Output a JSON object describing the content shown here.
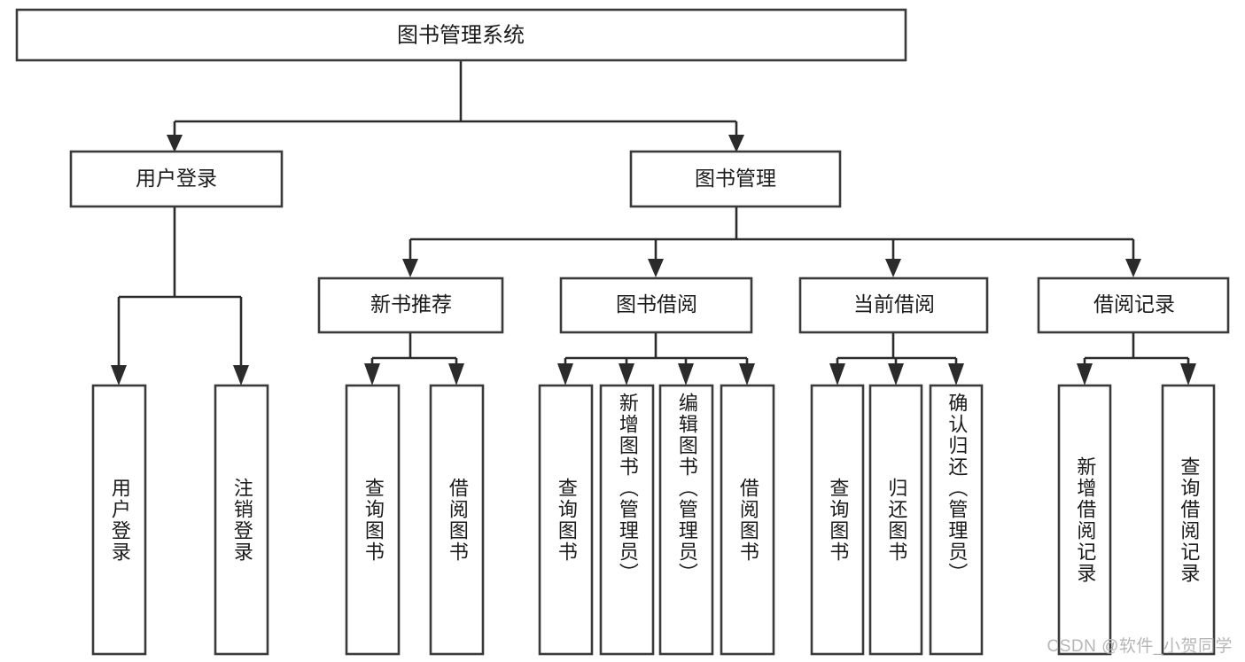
{
  "diagram": {
    "type": "tree-hierarchy-flowchart",
    "title": "图书管理系统",
    "orientation": "top-down",
    "levels": 4,
    "style": {
      "box_fill": "#ffffff",
      "box_stroke": "#3a3a3a",
      "edge_color": "#2b2b2b",
      "text_color": "#1b1b1b",
      "background": "#ffffff",
      "watermark_color": "#b6b6b6"
    },
    "root": {
      "id": "root",
      "label": "图书管理系统"
    },
    "level2": [
      {
        "id": "user-login",
        "label": "用户登录"
      },
      {
        "id": "book-manage",
        "label": "图书管理"
      }
    ],
    "level3": [
      {
        "id": "new-book-recommend",
        "label": "新书推荐",
        "parent": "book-manage"
      },
      {
        "id": "book-borrow",
        "label": "图书借阅",
        "parent": "book-manage"
      },
      {
        "id": "current-borrow",
        "label": "当前借阅",
        "parent": "book-manage"
      },
      {
        "id": "borrow-record",
        "label": "借阅记录",
        "parent": "book-manage"
      }
    ],
    "leaves": {
      "user_login": [
        {
          "id": "leaf-user-login",
          "label": "用户登录"
        },
        {
          "id": "leaf-user-logout",
          "label": "注销登录"
        }
      ],
      "new_book_recommend": [
        {
          "id": "leaf-query-book-1",
          "label": "查询图书"
        },
        {
          "id": "leaf-borrow-book-1",
          "label": "借阅图书"
        }
      ],
      "book_borrow": [
        {
          "id": "leaf-query-book-2",
          "label": "查询图书"
        },
        {
          "id": "leaf-add-book",
          "label": "新增图书（管理员）"
        },
        {
          "id": "leaf-edit-book",
          "label": "编辑图书（管理员）"
        },
        {
          "id": "leaf-borrow-book-2",
          "label": "借阅图书"
        }
      ],
      "current_borrow": [
        {
          "id": "leaf-query-book-3",
          "label": "查询图书"
        },
        {
          "id": "leaf-return-book",
          "label": "归还图书"
        },
        {
          "id": "leaf-confirm-return",
          "label": "确认归还（管理员）"
        }
      ],
      "borrow_record": [
        {
          "id": "leaf-add-record",
          "label": "新增借阅记录"
        },
        {
          "id": "leaf-query-record",
          "label": "查询借阅记录"
        }
      ]
    }
  },
  "watermark": {
    "text": "CSDN @软件_小贺同学"
  }
}
